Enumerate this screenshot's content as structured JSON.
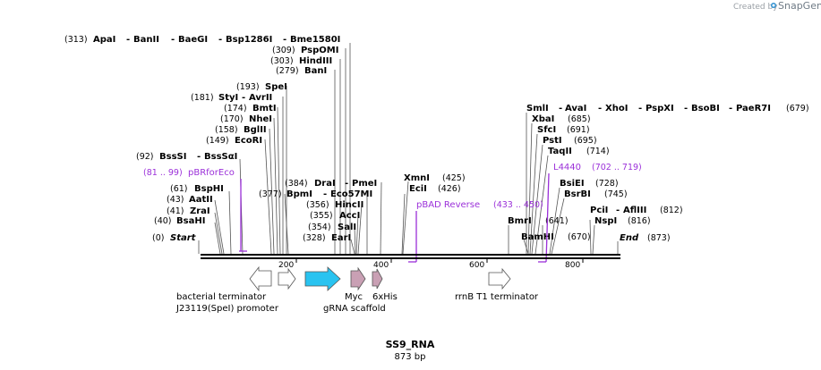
{
  "brand": {
    "created_by": "Created by",
    "app": "SnapGene"
  },
  "map": {
    "name": "SS9_RNA",
    "length": "873 bp",
    "total_bp": 873,
    "start_label": "Start",
    "start_pos": "(0)",
    "end_label": "End",
    "end_pos": "(873)"
  },
  "ticks": [
    "200",
    "400",
    "600",
    "800"
  ],
  "sites": [
    {
      "pos": "(313)",
      "names": [
        "ApaI",
        "BanII",
        "BaeGI",
        "Bsp1286I",
        "Bme1580I"
      ]
    },
    {
      "pos": "(309)",
      "names": [
        "PspOMI"
      ]
    },
    {
      "pos": "(303)",
      "names": [
        "HindIII"
      ]
    },
    {
      "pos": "(279)",
      "names": [
        "BanI"
      ]
    },
    {
      "pos": "(193)",
      "names": [
        "SpeI"
      ]
    },
    {
      "pos": "(181)",
      "names": [
        "StyI",
        "AvrII"
      ]
    },
    {
      "pos": "(174)",
      "names": [
        "BmtI"
      ]
    },
    {
      "pos": "(170)",
      "names": [
        "NheI"
      ]
    },
    {
      "pos": "(158)",
      "names": [
        "BglII"
      ]
    },
    {
      "pos": "(149)",
      "names": [
        "EcoRI"
      ]
    },
    {
      "pos": "(92)",
      "names": [
        "BssSI",
        "BssSαI"
      ]
    },
    {
      "pos": "(61)",
      "names": [
        "BspHI"
      ]
    },
    {
      "pos": "(43)",
      "names": [
        "AatII"
      ]
    },
    {
      "pos": "(41)",
      "names": [
        "ZraI"
      ]
    },
    {
      "pos": "(40)",
      "names": [
        "BsaHI"
      ]
    },
    {
      "pos": "(384)",
      "names": [
        "DraI",
        "PmeI"
      ]
    },
    {
      "pos": "(377)",
      "names": [
        "BpmI",
        "Eco57MI"
      ]
    },
    {
      "pos": "(356)",
      "names": [
        "HincII"
      ]
    },
    {
      "pos": "(355)",
      "names": [
        "AccI"
      ]
    },
    {
      "pos": "(354)",
      "names": [
        "SalI"
      ]
    },
    {
      "pos": "(328)",
      "names": [
        "EarI"
      ]
    },
    {
      "pos": "(425)",
      "names": [
        "XmnI"
      ]
    },
    {
      "pos": "(426)",
      "names": [
        "EciI"
      ]
    },
    {
      "pos": "(679)",
      "names": [
        "SmlI",
        "AvaI",
        "XhoI",
        "PspXI",
        "BsoBI",
        "PaeR7I"
      ]
    },
    {
      "pos": "(685)",
      "names": [
        "XbaI"
      ]
    },
    {
      "pos": "(691)",
      "names": [
        "SfcI"
      ]
    },
    {
      "pos": "(695)",
      "names": [
        "PstI"
      ]
    },
    {
      "pos": "(714)",
      "names": [
        "TaqII"
      ]
    },
    {
      "pos": "(728)",
      "names": [
        "BsiEI"
      ]
    },
    {
      "pos": "(745)",
      "names": [
        "BsrBI"
      ]
    },
    {
      "pos": "(641)",
      "names": [
        "BmrI"
      ]
    },
    {
      "pos": "(670)",
      "names": [
        "BamHI"
      ]
    },
    {
      "pos": "(812)",
      "names": [
        "PciI",
        "AflIII"
      ]
    },
    {
      "pos": "(816)",
      "names": [
        "NspI"
      ]
    }
  ],
  "primers": [
    {
      "name": "pBRforEco",
      "range": "(81 .. 99)"
    },
    {
      "name": "pBAD Reverse",
      "range": "(433 .. 450)"
    },
    {
      "name": "L4440",
      "range": "(702 .. 719)"
    }
  ],
  "features": [
    {
      "label": "bacterial terminator"
    },
    {
      "label": "J23119(SpeI) promoter"
    },
    {
      "label": "gRNA scaffold"
    },
    {
      "label": "Myc"
    },
    {
      "label": "6xHis"
    },
    {
      "label": "rrnB T1 terminator"
    }
  ],
  "colors": {
    "enzyme": "#000000",
    "primer": "#9b30d9",
    "grna_scaffold": "#29c3f0",
    "tag": "#c9a0b4",
    "terminator": "#ffffff"
  }
}
